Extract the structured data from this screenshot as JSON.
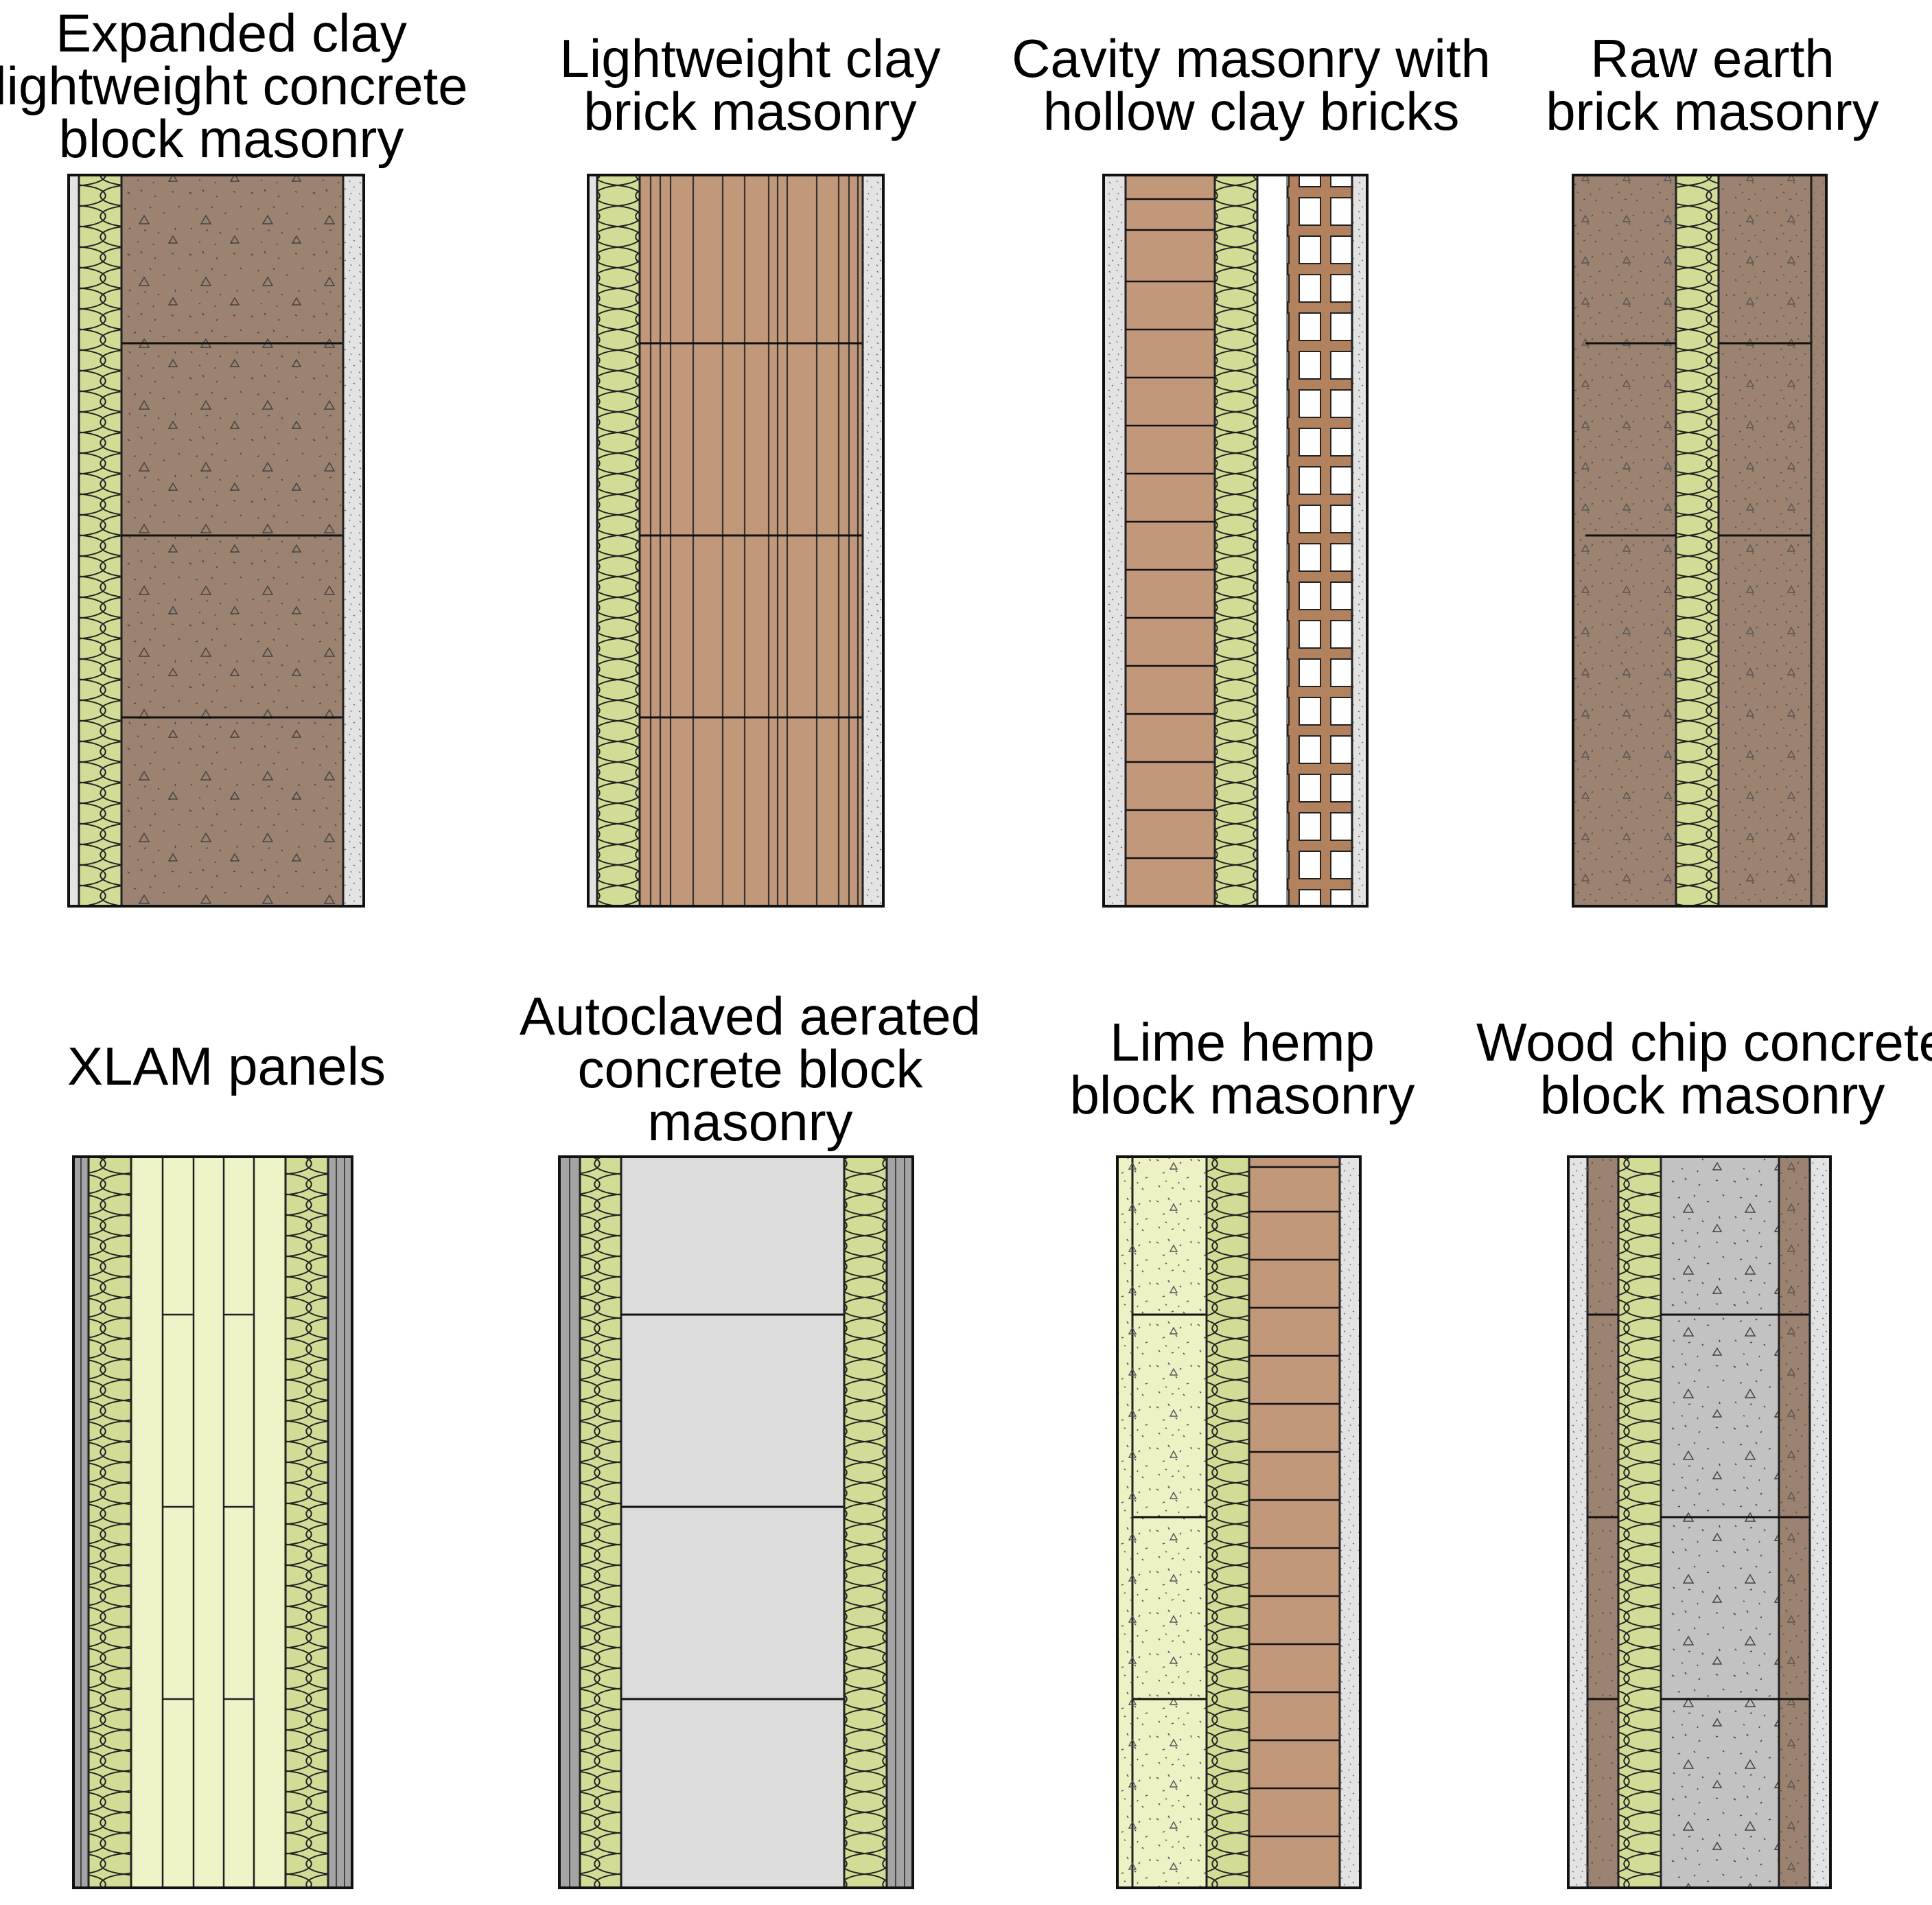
{
  "sections": [
    {
      "id": "expanded-clay",
      "title_lines": [
        "Expanded clay",
        "lightweight concrete",
        "block masonry"
      ]
    },
    {
      "id": "lightweight-clay-brick",
      "title_lines": [
        "Lightweight clay",
        "brick masonry"
      ]
    },
    {
      "id": "cavity-hollow-clay",
      "title_lines": [
        "Cavity masonry with",
        "hollow clay bricks"
      ]
    },
    {
      "id": "raw-earth-brick",
      "title_lines": [
        "Raw earth",
        "brick masonry"
      ]
    },
    {
      "id": "xlam-panels",
      "title_lines": [
        "XLAM panels"
      ]
    },
    {
      "id": "autoclaved-aerated",
      "title_lines": [
        "Autoclaved aerated",
        "concrete block",
        "masonry"
      ]
    },
    {
      "id": "lime-hemp",
      "title_lines": [
        "Lime hemp",
        "block masonry"
      ]
    },
    {
      "id": "wood-chip-concrete",
      "title_lines": [
        "Wood chip concrete",
        "block masonry"
      ]
    }
  ],
  "colors": {
    "insulation": "#d2dc96",
    "earth_block": "#9c8270",
    "clay_brick": "#c1987a",
    "plaster": "#e3e3e3",
    "timber_panel": "#eef3c8",
    "aerated_concrete": "#dcdcdc",
    "hemp_block": "#eef1c4",
    "wood_chip_block": "#c2c2c2",
    "cladding": "#a4a4a4"
  }
}
